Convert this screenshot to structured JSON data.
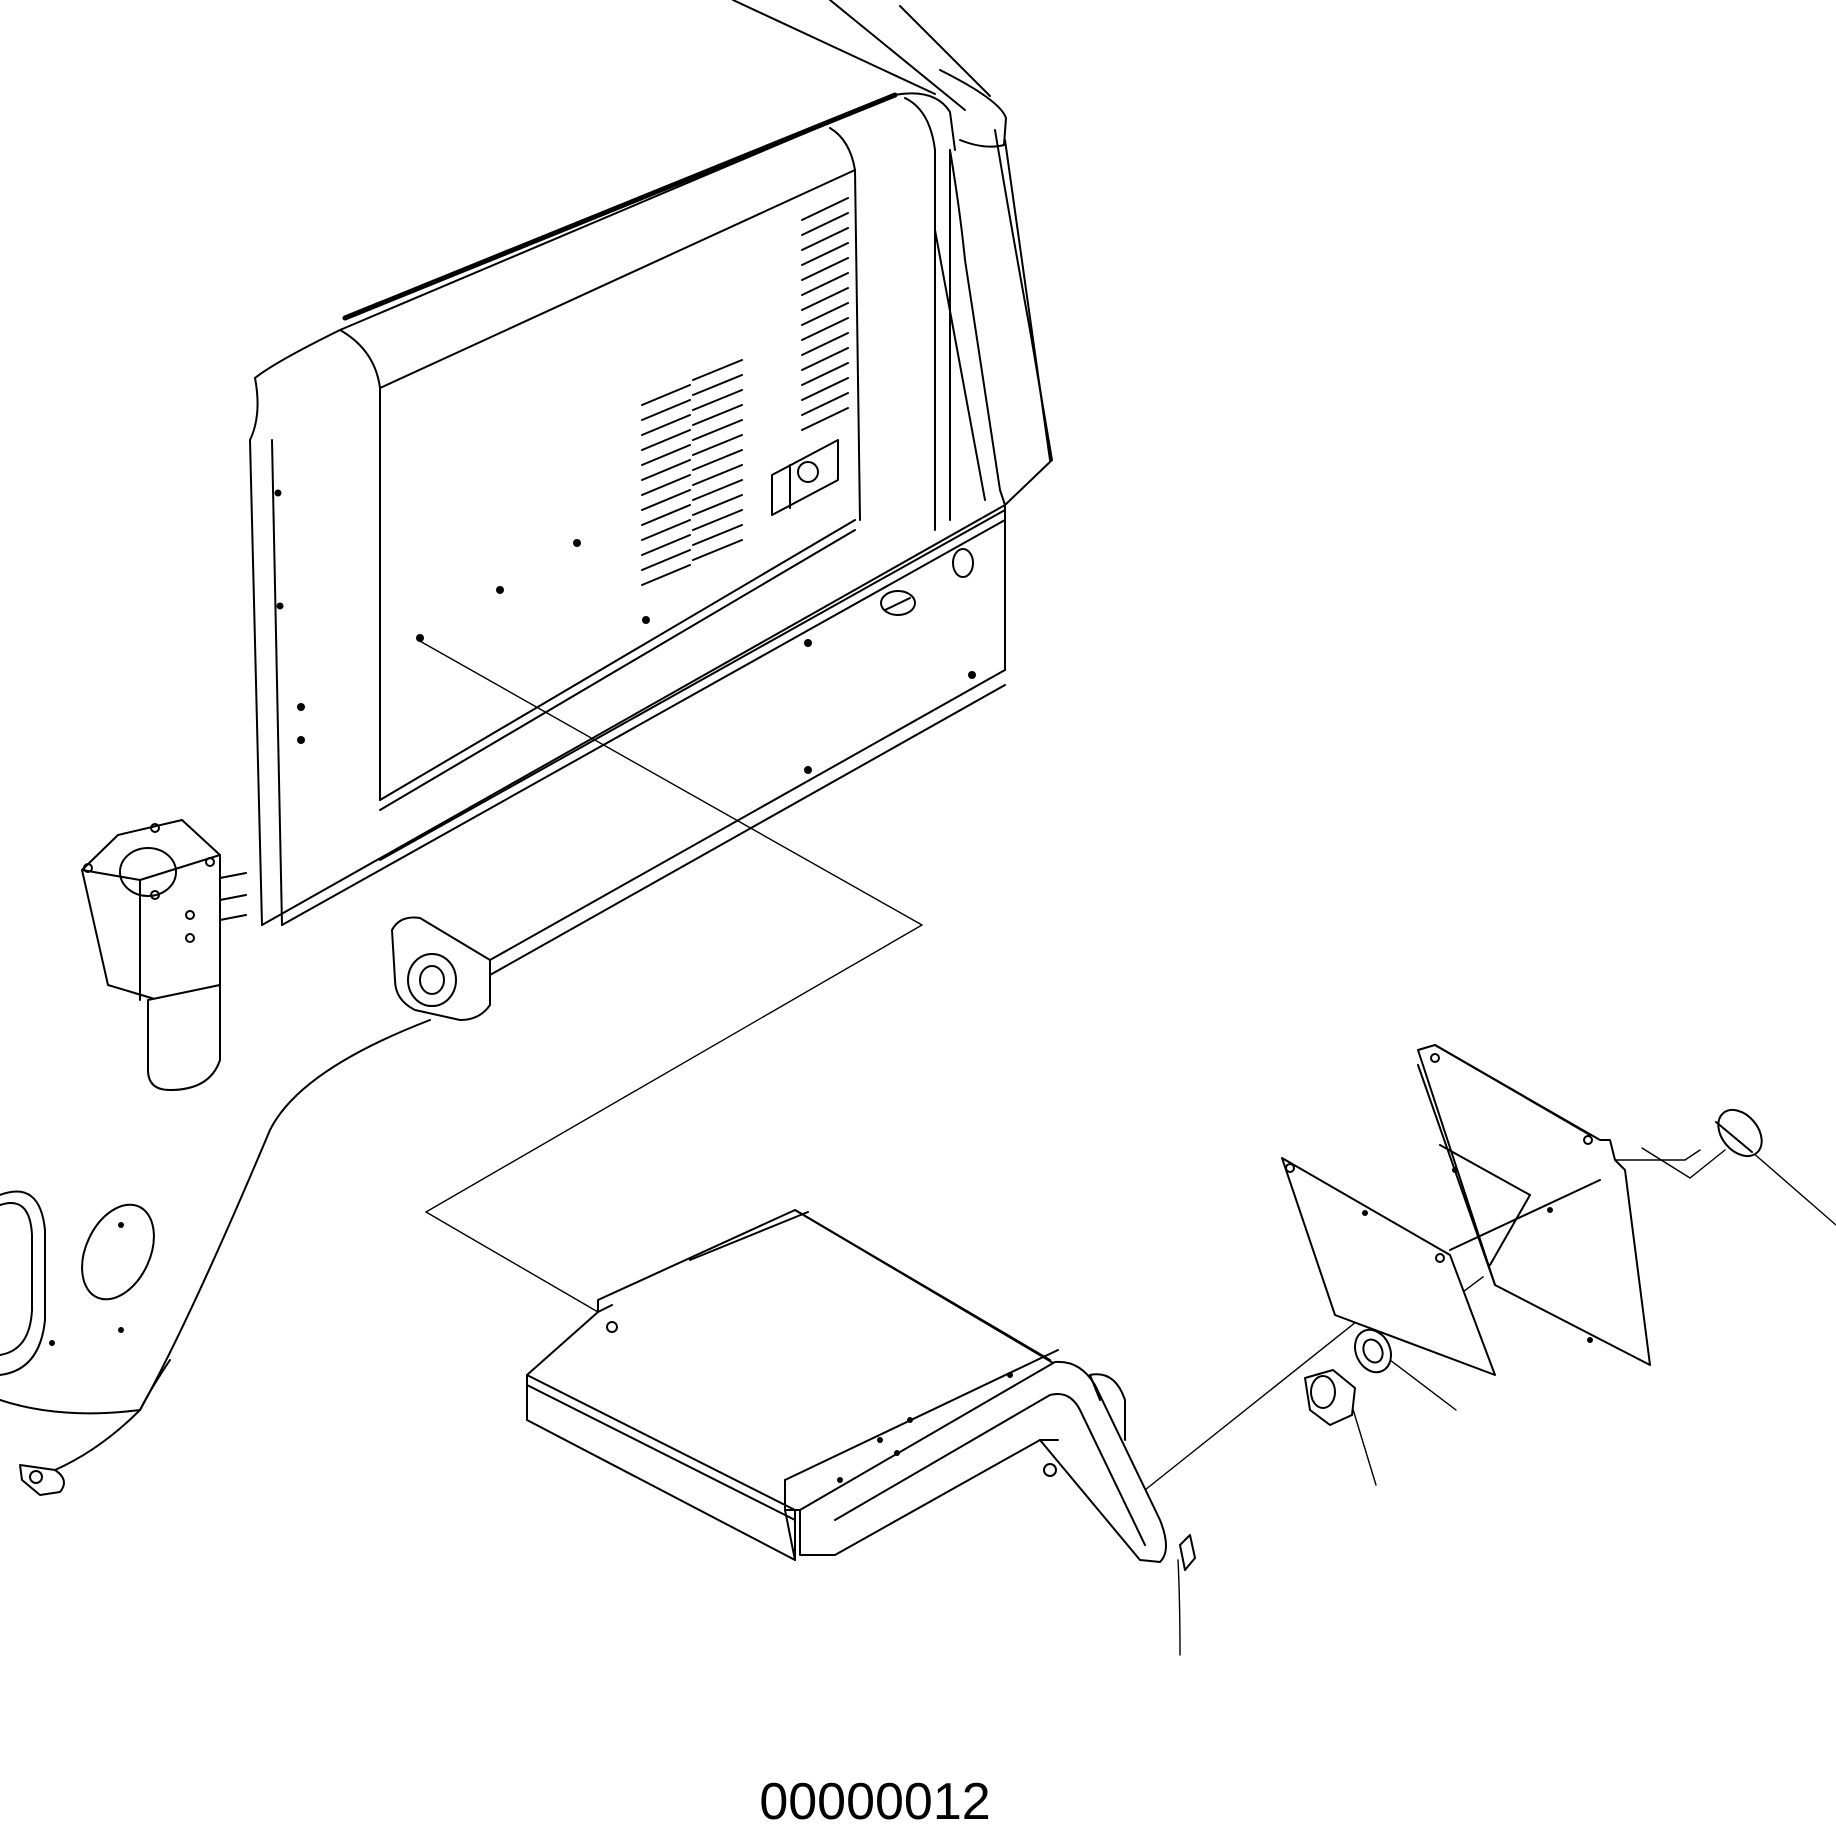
{
  "drawing": {
    "drawing_number": "00000012",
    "parts": [
      "main-housing-panel",
      "front-support-bracket",
      "pivot-boss",
      "side-plate-fragment",
      "step-plate",
      "step-bracket",
      "mounting-plate",
      "nut",
      "washer",
      "cap"
    ]
  }
}
